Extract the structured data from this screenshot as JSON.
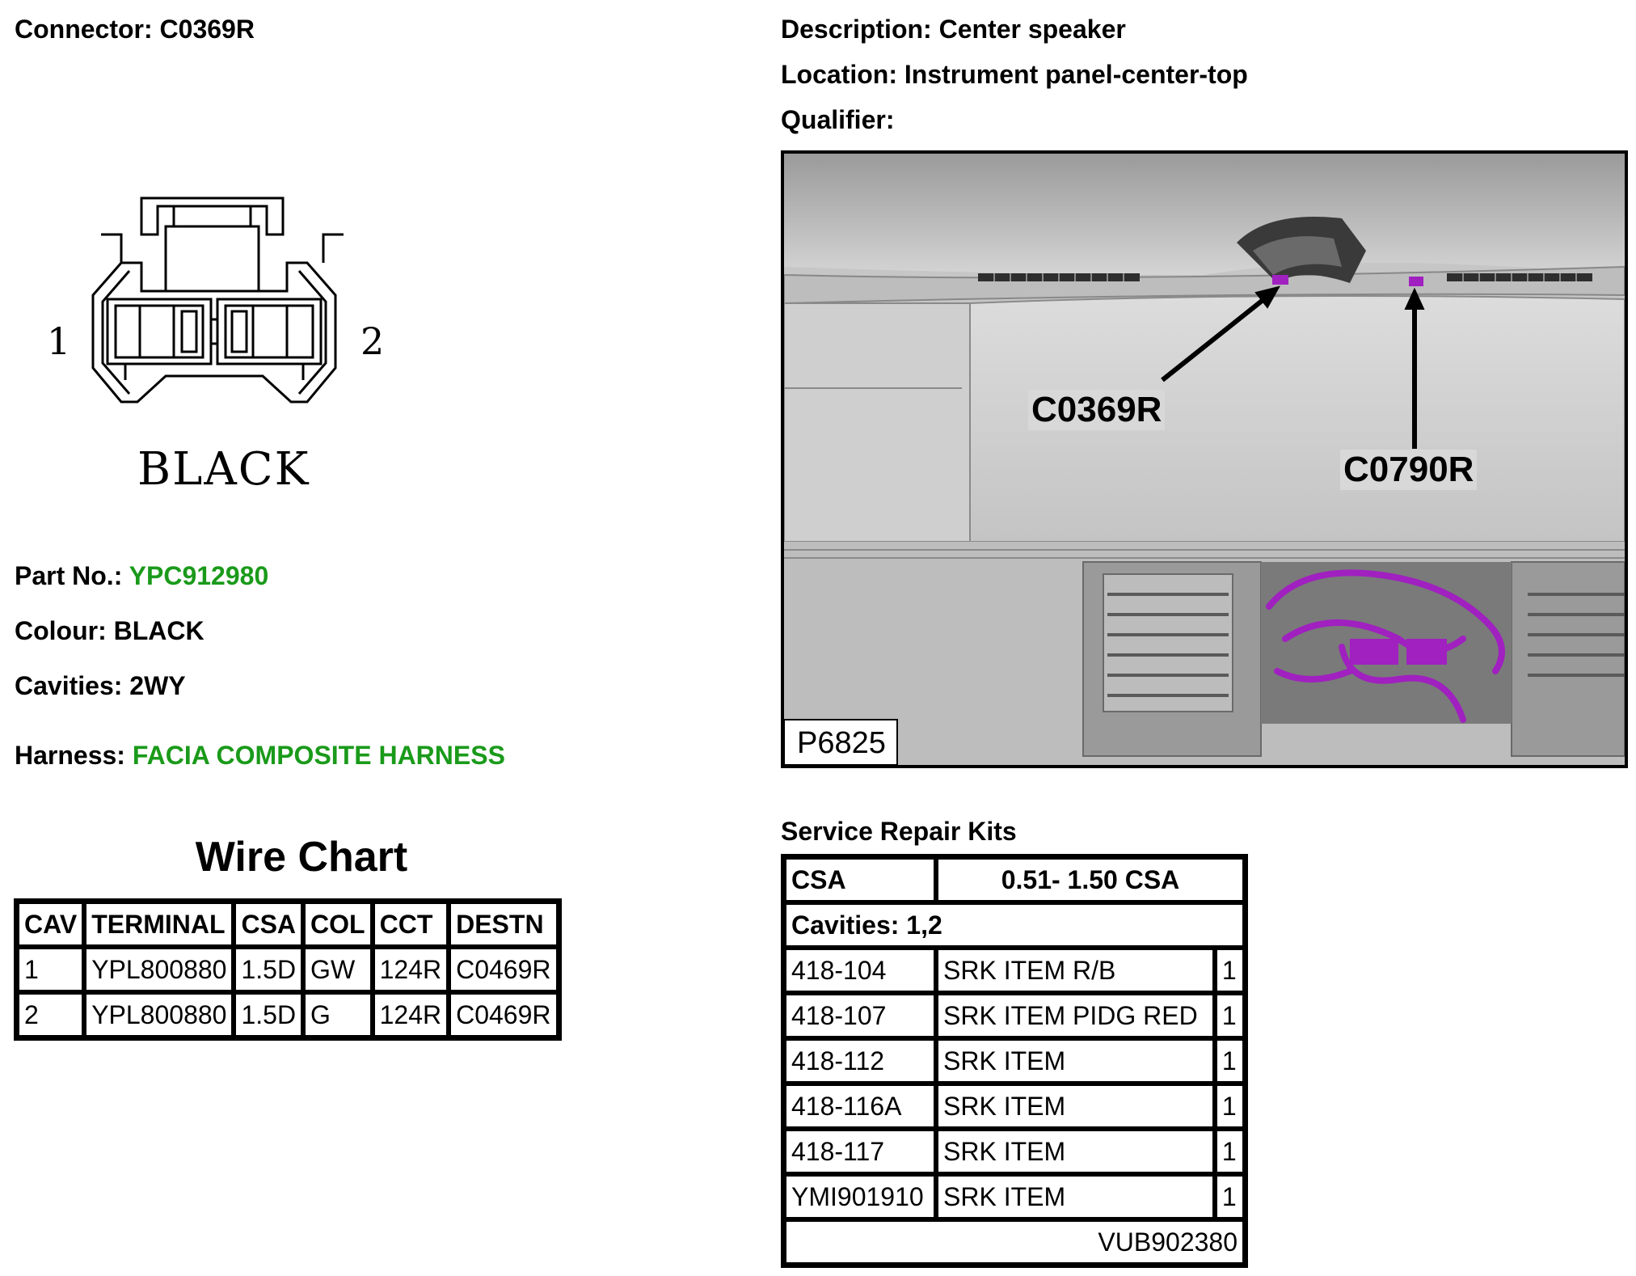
{
  "header": {
    "connector_label": "Connector:",
    "connector_value": "C0369R",
    "description_label": "Description:",
    "description_value": "Center speaker",
    "location_label": "Location:",
    "location_value": "Instrument panel-center-top",
    "qualifier_label": "Qualifier:"
  },
  "connector_drawing": {
    "pin_left": "1",
    "pin_right": "2",
    "colour_caption": "BLACK"
  },
  "details": {
    "part_no_label": "Part No.:",
    "part_no_value": "YPC912980",
    "colour_label": "Colour:",
    "colour_value": "BLACK",
    "cavities_label": "Cavities:",
    "cavities_value": "2WY",
    "harness_label": "Harness:",
    "harness_value": "FACIA COMPOSITE HARNESS",
    "link_color": "#1a9a1a"
  },
  "wire_chart": {
    "title": "Wire Chart",
    "headers": [
      "CAV",
      "TERMINAL",
      "CSA",
      "COL",
      "CCT",
      "DESTN"
    ],
    "rows": [
      [
        "1",
        "YPL800880",
        "1.5D",
        "GW",
        "124R",
        "C0469R"
      ],
      [
        "2",
        "YPL800880",
        "1.5D",
        "G",
        "124R",
        "C0469R"
      ]
    ]
  },
  "photo": {
    "callout_1": "C0369R",
    "callout_2": "C0790R",
    "photo_id": "P6825",
    "harness_color": "#a020c0"
  },
  "service_repair_kits": {
    "title": "Service Repair Kits",
    "csa_label": "CSA",
    "csa_value": "0.51- 1.50 CSA",
    "cavities": "Cavities: 1,2",
    "rows": [
      [
        "418-104",
        "SRK ITEM R/B",
        "1"
      ],
      [
        "418-107",
        "SRK ITEM PIDG RED",
        "1"
      ],
      [
        "418-112",
        "SRK ITEM",
        "1"
      ],
      [
        "418-116A",
        "SRK ITEM",
        "1"
      ],
      [
        "418-117",
        "SRK ITEM",
        "1"
      ],
      [
        "YMI901910",
        "SRK ITEM",
        "1"
      ]
    ],
    "footer": "VUB902380"
  }
}
